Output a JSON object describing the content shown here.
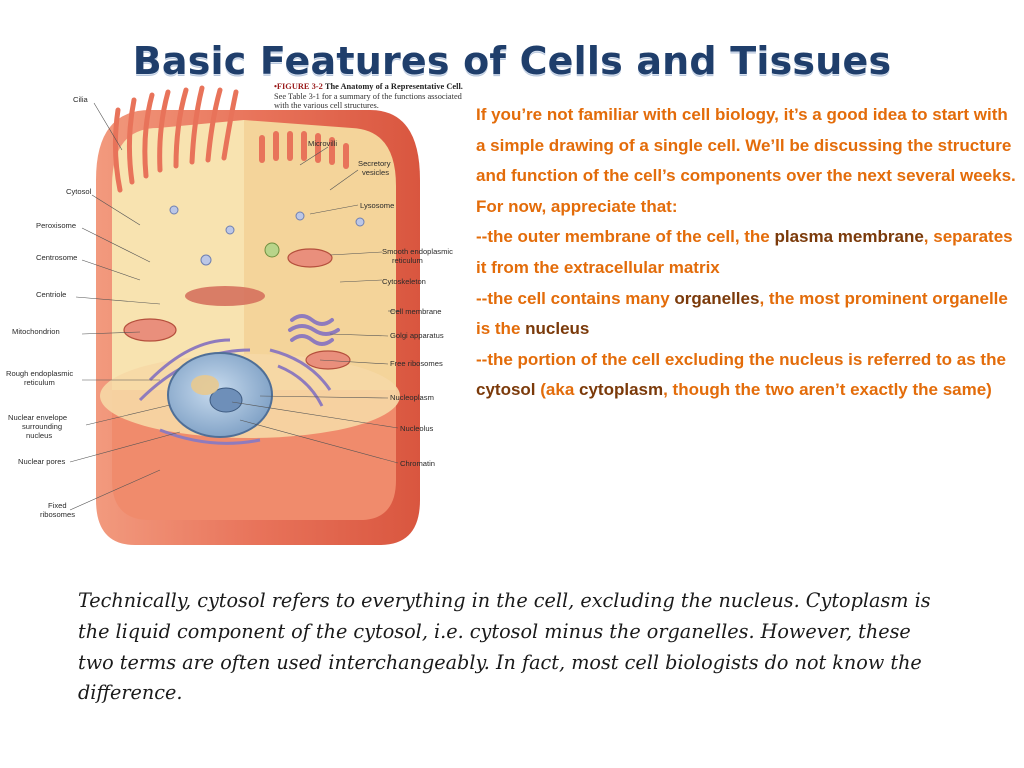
{
  "title": "Basic Features of Cells and Tissues",
  "figure": {
    "number": "•FIGURE 3-2",
    "title": "The Anatomy of a Representative Cell.",
    "caption": "See Table 3-1 for a summary of the functions associated with the various cell structures.",
    "labels_left": {
      "cilia": "Cilia",
      "cytosol": "Cytosol",
      "peroxisome": "Peroxisome",
      "centrosome": "Centrosome",
      "centriole": "Centriole",
      "mitochondrion": "Mitochondrion",
      "rough_er_1": "Rough endoplasmic",
      "rough_er_2": "reticulum",
      "nuclear_env_1": "Nuclear envelope",
      "nuclear_env_2": "surrounding",
      "nuclear_env_3": "nucleus",
      "nuclear_pores": "Nuclear pores",
      "fixed_ribo_1": "Fixed",
      "fixed_ribo_2": "ribosomes"
    },
    "labels_right": {
      "microvilli": "Microvilli",
      "secretory_1": "Secretory",
      "secretory_2": "vesicles",
      "lysosome": "Lysosome",
      "smooth_er_1": "Smooth endoplasmic",
      "smooth_er_2": "reticulum",
      "cytoskeleton": "Cytoskeleton",
      "cell_membrane": "Cell membrane",
      "golgi": "Golgi apparatus",
      "free_ribosomes": "Free ribosomes",
      "nucleoplasm": "Nucleoplasm",
      "nucleolus": "Nucleolus",
      "chromatin": "Chromatin"
    }
  },
  "explanation": {
    "intro": "If you’re not familiar with cell biology, it’s a good idea to start with a simple drawing of a single cell.  We’ll be discussing the structure and function of the cell’s components over the next several weeks.  For now, appreciate that:",
    "p1_a": "--the outer membrane of the cell, the ",
    "p1_term": "plasma membrane",
    "p1_b": ", separates it from the extracellular matrix",
    "p2_a": "--the cell contains many ",
    "p2_term": "organelles",
    "p2_b": ", the most prominent organelle is the ",
    "p2_term2": "nucleus",
    "p3_a": "--the portion of the cell excluding the nucleus is referred to as the ",
    "p3_term": "cytosol",
    "p3_b": " (aka ",
    "p3_term2": "cytoplasm",
    "p3_c": ", though the two aren’t exactly the same)"
  },
  "footnote": "Technically, cytosol refers to everything in the cell, excluding the nucleus.  Cytoplasm is the liquid component of the cytosol, i.e. cytosol minus the organelles.  However, these two terms are often used interchangeably.  In fact, most cell biologists  do not know the difference.",
  "colors": {
    "title": "#1f3e6b",
    "body_orange": "#e36c0a",
    "term_brown": "#7b3a0a",
    "footnote": "#1a1a1a",
    "membrane": "#e8735a",
    "cytosol": "#f8e3b0"
  }
}
